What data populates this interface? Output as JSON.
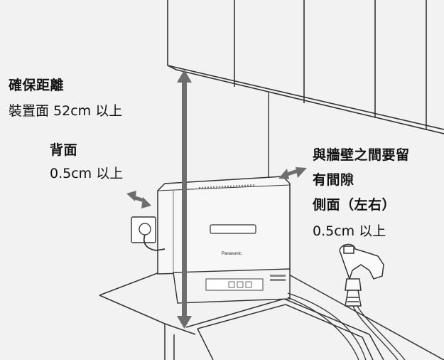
{
  "clearance": {
    "title": "確保距離",
    "value": "裝置面 52cm 以上"
  },
  "back": {
    "title": "背面",
    "value": "0.5cm 以上"
  },
  "side": {
    "note_line1": "與牆壁之間要留",
    "note_line2": "有間隙",
    "title": "側面（左右）",
    "value": "0.5cm 以上"
  },
  "appliance": {
    "brand": "Panasonic"
  },
  "colors": {
    "background": "#f2f2f2",
    "arrow": "#6e6e6e",
    "line": "#333333",
    "appliance_body": "#f7f7f7"
  }
}
